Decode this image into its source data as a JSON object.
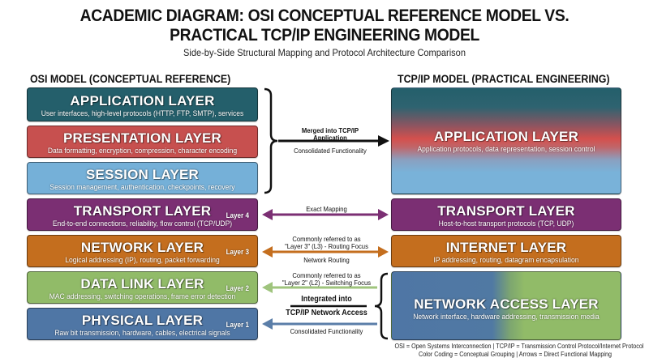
{
  "header": {
    "title_line1": "ACADEMIC DIAGRAM: OSI CONCEPTUAL REFERENCE MODEL VS.",
    "title_line2": "PRACTICAL TCP/IP ENGINEERING MODEL",
    "subtitle": "Side-by-Side Structural Mapping and Protocol Architecture Comparison"
  },
  "osi": {
    "heading": "OSI MODEL (CONCEPTUAL REFERENCE)",
    "layers": [
      {
        "name": "APPLICATION LAYER",
        "desc": "User interfaces, high-level protocols (HTTP, FTP, SMTP), services",
        "color": "#245f6b"
      },
      {
        "name": "PRESENTATION LAYER",
        "desc": "Data formatting, encryption, compression, character encoding",
        "color": "#c7504f"
      },
      {
        "name": "SESSION LAYER",
        "desc": "Session management, authentication, checkpoints, recovery",
        "color": "#75b0d8"
      },
      {
        "name": "TRANSPORT LAYER",
        "desc": "End-to-end connections, reliability, flow control (TCP/UDP)",
        "number": "Layer 4",
        "color": "#7b2f73"
      },
      {
        "name": "NETWORK LAYER",
        "desc": "Logical addressing (IP), routing, packet forwarding",
        "number": "Layer 3",
        "color": "#c46e1e"
      },
      {
        "name": "DATA LINK LAYER",
        "desc": "MAC addressing, switching operations, frame error detection",
        "number": "Layer 2",
        "color": "#91bb68"
      },
      {
        "name": "PHYSICAL LAYER",
        "desc": "Raw bit transmission, hardware, cables, electrical signals",
        "number": "Layer 1",
        "color": "#4f76a5"
      }
    ]
  },
  "tcpip": {
    "heading": "TCP/IP MODEL (PRACTICAL ENGINEERING)",
    "layers": [
      {
        "name": "APPLICATION LAYER",
        "desc": "Application protocols, data representation, session control"
      },
      {
        "name": "TRANSPORT LAYER",
        "desc": "Host-to-host transport protocols (TCP, UDP)",
        "color": "#7b2f73"
      },
      {
        "name": "INTERNET LAYER",
        "desc": "IP addressing, routing, datagram encapsulation",
        "color": "#c46e1e"
      },
      {
        "name": "NETWORK ACCESS LAYER",
        "desc": "Network interface, hardware addressing, transmission media"
      }
    ]
  },
  "mappings": {
    "application": {
      "label_line1": "Merged into TCP/IP",
      "label_line2": "Application",
      "sublabel": "Consolidated Functionality",
      "color": "#111111"
    },
    "transport": {
      "label": "Exact Mapping",
      "color": "#7b2f73"
    },
    "network": {
      "label_line1": "Commonly referred to as",
      "label_line2": "\"Layer 3\" (L3) - Routing Focus",
      "sublabel": "Network Routing",
      "color": "#c46e1e"
    },
    "datalink": {
      "label_line1": "Commonly referred to as",
      "label_line2": "\"Layer 2\" (L2) - Switching Focus",
      "color": "#91bb68"
    },
    "network_access": {
      "label_line1": "Integrated into",
      "label_line2": "TCP/IP Network Access",
      "sublabel": "Consolidated Functionality",
      "color": "#4f76a5"
    }
  },
  "footer": {
    "line1": "OSI = Open Systems Interconnection | TCP/IP = Transmission Control Protocol/Internet Protocol",
    "line2": "Color Coding = Conceptual Grouping | Arrows = Direct Functional Mapping"
  }
}
